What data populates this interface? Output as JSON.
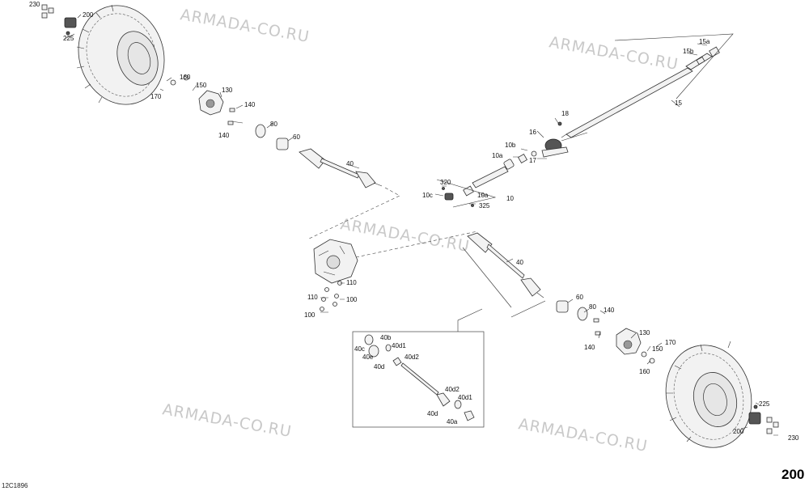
{
  "watermark": "ARMADA-CO.RU",
  "page_number": "200",
  "figure_code": "12C1896",
  "callouts": {
    "c230a": "230",
    "c200a": "200",
    "c225a": "225",
    "c160a": "160",
    "c150a": "150",
    "c170a": "170",
    "c130a": "130",
    "c140a": "140",
    "c140b": "140",
    "c80a": "80",
    "c60a": "60",
    "c40a": "40",
    "c15a": "15a",
    "c15b": "15b",
    "c15": "15",
    "c18": "18",
    "c16": "16",
    "c10b": "10b",
    "c10a1": "10a",
    "c17": "17",
    "c320": "320",
    "c10c": "10c",
    "c10a2": "10a",
    "c325": "325",
    "c10": "10",
    "c110a": "110",
    "c110b": "110",
    "c100a": "100",
    "c100b": "100",
    "c40b": "40",
    "c60b": "60",
    "c80b": "80",
    "c140c": "140",
    "c140d": "140",
    "c130b": "130",
    "c170b": "170",
    "c150b": "150",
    "c160b": "160",
    "c225b": "225",
    "c200b": "200",
    "c230b": "230",
    "d40b": "40b",
    "d40c": "40c",
    "d40d1a": "40d1",
    "d40e": "40e",
    "d40d2a": "40d2",
    "d40da": "40d",
    "d40d2b": "40d2",
    "d40d1b": "40d1",
    "d40db": "40d",
    "d40a": "40a"
  }
}
